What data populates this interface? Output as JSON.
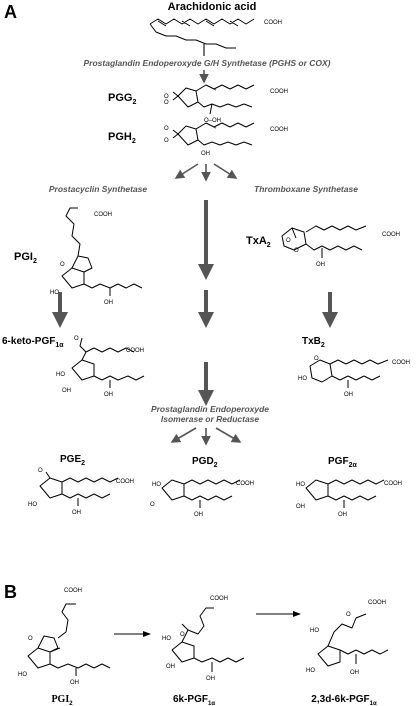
{
  "panel_a": {
    "panel_label": "A",
    "start": {
      "name": "Arachidonic acid",
      "group": "COOH"
    },
    "enzyme_cox": "Prostaglandin Endoperoxyde G/H Synthetase (PGHS or COX)",
    "pgg2": {
      "prefix": "PGG",
      "sub": "2",
      "group": "COOH",
      "hydroperoxy": "O–OH"
    },
    "pgh2": {
      "prefix": "PGH",
      "sub": "2",
      "group": "COOH",
      "oh": "OH"
    },
    "enzyme_prostacyclin": "Prostacyclin Synthetase",
    "enzyme_thromboxane": "Thromboxane Synthetase",
    "pgi2": {
      "prefix": "PGI",
      "sub": "2",
      "group": "COOH",
      "oh1": "HO",
      "oh2": "OH"
    },
    "txa2": {
      "prefix": "TxA",
      "sub": "2",
      "group": "COOH",
      "oh": "OH"
    },
    "keto": {
      "prefix": "6-keto-PGF",
      "sub": "1α",
      "group": "COOH",
      "oh1": "HO",
      "oh2": "OH",
      "oh3": "OH"
    },
    "txb2": {
      "prefix": "TxB",
      "sub": "2",
      "group": "COOH",
      "oh1": "HO",
      "oh2": "OH"
    },
    "enzyme_isomerase_line1": "Prostaglandin Endoperoxyde",
    "enzyme_isomerase_line2": "Isomerase or Reductase",
    "pge2": {
      "prefix": "PGE",
      "sub": "2",
      "group": "COOH",
      "oh1": "HO",
      "oh2": "OH"
    },
    "pgd2": {
      "prefix": "PGD",
      "sub": "2",
      "group": "COOH",
      "oh1": "HO",
      "oh2": "OH"
    },
    "pgf2a": {
      "prefix": "PGF",
      "sub": "2α",
      "group": "COOH",
      "oh1": "HO",
      "oh2": "OH",
      "oh3": "OH"
    }
  },
  "panel_b": {
    "panel_label": "B",
    "pgi2": {
      "prefix": "PGI",
      "sub": "2",
      "group": "COOH",
      "oh1": "HO",
      "oh2": "OH"
    },
    "keto": {
      "prefix": "6k-PGF",
      "sub": "1α",
      "group": "COOH",
      "oh1": "HO",
      "oh2": "OH",
      "oh3": "OH"
    },
    "dinor": {
      "prefix": "2,3d-6k-PGF",
      "sub": "1α",
      "group": "COOH",
      "oh1": "HO",
      "oh2": "HO",
      "oh3": "OH"
    }
  },
  "colors": {
    "enzyme_text": "#555555",
    "arrow": "#555555",
    "ink": "#000000"
  }
}
